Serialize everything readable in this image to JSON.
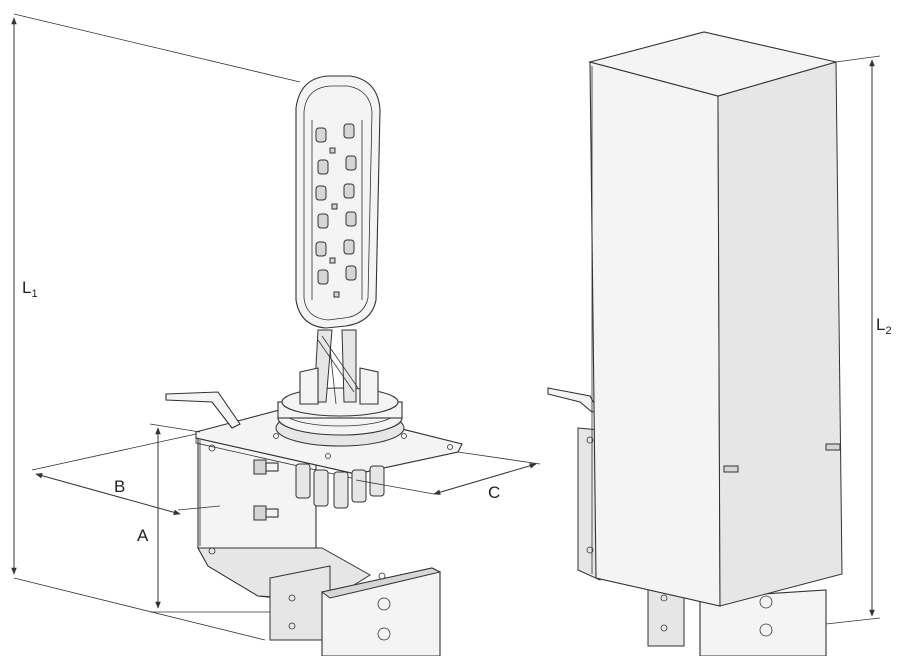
{
  "dimensions": {
    "l1": {
      "main": "L",
      "sub": "1"
    },
    "l2": {
      "main": "L",
      "sub": "2"
    },
    "a": "A",
    "b": "B",
    "c": "C"
  },
  "colors": {
    "line": "#333333",
    "fill_light": "#f4f4f4",
    "fill_mid": "#e6e6e6",
    "fill_dark": "#d6d6d6"
  }
}
